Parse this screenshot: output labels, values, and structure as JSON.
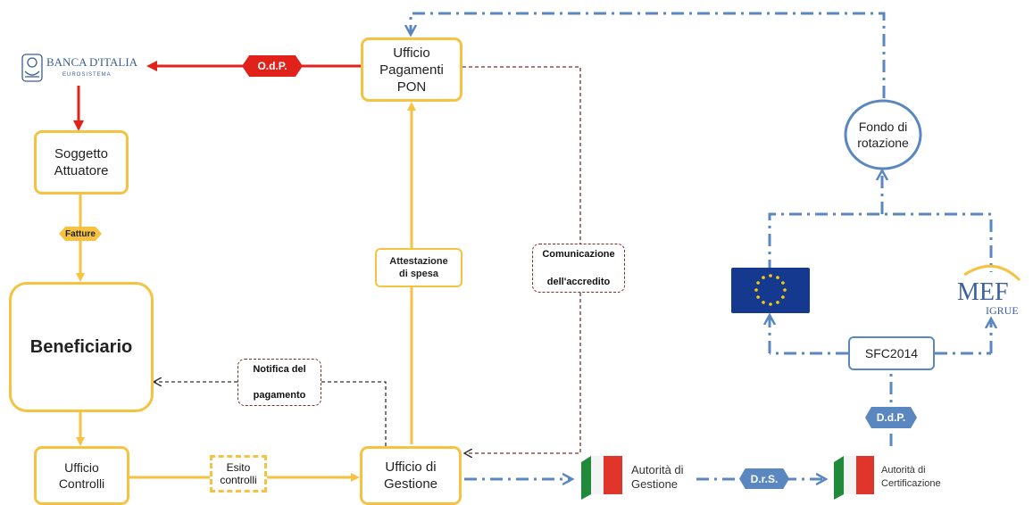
{
  "banca": {
    "name": "BANCA D'ITALIA",
    "sub": "EUROSISTEMA"
  },
  "nodes": {
    "ufficio_pagamenti": "Ufficio\nPagamenti\nPON",
    "soggetto_attuatore": "Soggetto\nAttuatore",
    "beneficiario": "Beneficiario",
    "ufficio_controlli": "Ufficio\nControlli",
    "ufficio_gestione": "Ufficio di\nGestione",
    "fondo_rotazione": "Fondo di\nrotazione",
    "sfc": "SFC2014",
    "autorita_gestione": "Autorità di\nGestione",
    "autorita_certificazione": "Autorità di\nCertificazione"
  },
  "labels": {
    "odp": "O.d.P.",
    "fatture": "Fatture",
    "attestazione": "Attestazione\ndi spesa",
    "comunicazione_1": "Comunicazione",
    "comunicazione_2": "dell'accredito",
    "notifica_1": "Notifica del",
    "notifica_2": "pagamento",
    "esito": "Esito\ncontrolli",
    "drs": "D.r.S.",
    "ddp": "D.d.P."
  },
  "mef": {
    "logo": "MEF",
    "sub": "IGRUE"
  },
  "colors": {
    "yellow": "#f5c242",
    "red": "#e0221b",
    "blue": "#5b87c0",
    "brown": "#7b2e2e",
    "eu_blue": "#14398e",
    "eu_star": "#ffcc00"
  }
}
